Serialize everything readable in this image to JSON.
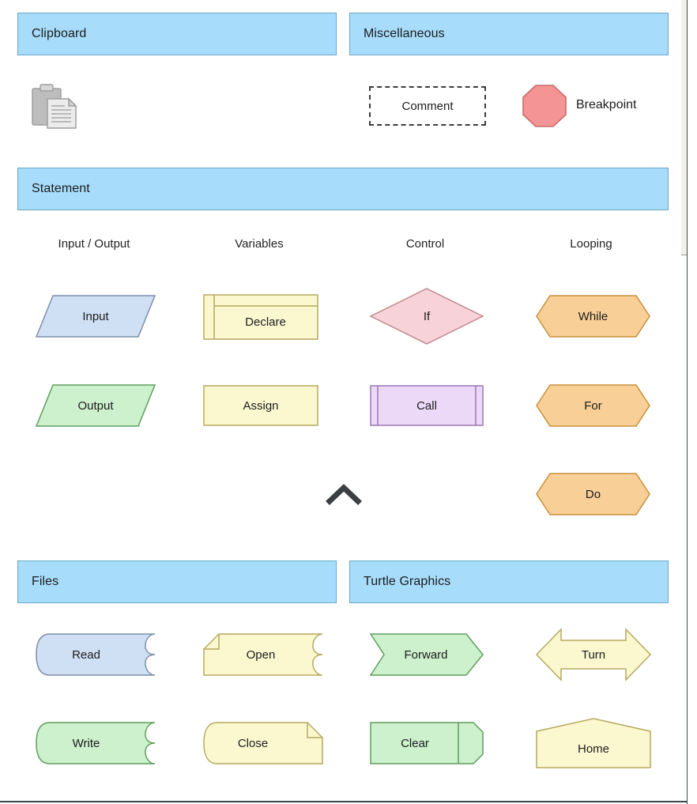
{
  "palette": {
    "groups": [
      {
        "id": "clipboard",
        "title": "Clipboard"
      },
      {
        "id": "misc",
        "title": "Miscellaneous"
      },
      {
        "id": "statement",
        "title": "Statement"
      },
      {
        "id": "files",
        "title": "Files"
      },
      {
        "id": "turtle",
        "title": "Turtle Graphics"
      }
    ],
    "clipboard": {
      "paste_icon_name": "clipboard-paste-icon"
    },
    "miscellaneous": {
      "comment_label": "Comment",
      "breakpoint_label": "Breakpoint"
    },
    "statement": {
      "columns": [
        {
          "caption": "Input / Output"
        },
        {
          "caption": "Variables"
        },
        {
          "caption": "Control"
        },
        {
          "caption": "Looping"
        }
      ],
      "shapes": {
        "input": "Input",
        "output": "Output",
        "declare": "Declare",
        "assign": "Assign",
        "if": "If",
        "call": "Call",
        "while": "While",
        "for": "For",
        "do": "Do"
      },
      "collapse_icon_name": "chevron-up-icon"
    },
    "files": {
      "shapes": {
        "read": "Read",
        "write": "Write",
        "open": "Open",
        "close": "Close"
      }
    },
    "turtle": {
      "shapes": {
        "forward": "Forward",
        "clear": "Clear",
        "turn": "Turn",
        "home": "Home"
      }
    },
    "colors": {
      "header_fill": "#a7dcfb",
      "header_border": "#6aa8c8",
      "blue_fill": "#cfe0f5",
      "blue_border": "#7e8fa8",
      "green_fill": "#cdf0cd",
      "green_border": "#5f9e5f",
      "yellow_fill": "#fbf8d0",
      "yellow_border": "#b5a95f",
      "pink_fill": "#f7d2d8",
      "pink_border": "#c08890",
      "red_fill": "#f59494",
      "red_border": "#c05a5a",
      "purple_fill": "#ecd9f7",
      "purple_border": "#9a79b5",
      "orange_fill": "#f8cf96",
      "orange_border": "#c8903c",
      "page_bg": "#ffffff"
    }
  }
}
